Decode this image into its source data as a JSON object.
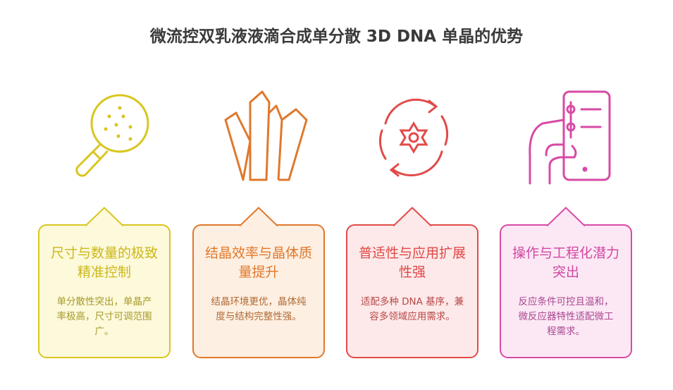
{
  "title": "微流控双乳液液滴合成单分散 3D DNA 单晶的优势",
  "cards": [
    {
      "heading": "尺寸与数量的极致精准控制",
      "desc": "单分散性突出，单晶产率极高，尺寸可调范围广。",
      "icon": "magnifier-icon",
      "color": "#d9c61f",
      "bg": "#fdf9db",
      "text": "#cbb81a",
      "desc_color": "#a59a2a"
    },
    {
      "heading": "结晶效率与晶体质量提升",
      "desc": "结晶环境更优，晶体纯度与结构完整性强。",
      "icon": "crystal-icon",
      "color": "#e0782c",
      "bg": "#fdefe1",
      "text": "#e0782c",
      "desc_color": "#b06a36"
    },
    {
      "heading": "普适性与应用扩展性强",
      "desc": "适配多种 DNA 基序，兼容多领域应用需求。",
      "icon": "cycle-gear-icon",
      "color": "#e24a4a",
      "bg": "#fde9e9",
      "text": "#e04848",
      "desc_color": "#b84848"
    },
    {
      "heading": "操作与工程化潜力突出",
      "desc": "反应条件可控且温和，微反应器特性适配微工程需求。",
      "icon": "hand-phone-icon",
      "color": "#d84aa6",
      "bg": "#fce8f5",
      "text": "#d048a0",
      "desc_color": "#a84890"
    }
  ]
}
